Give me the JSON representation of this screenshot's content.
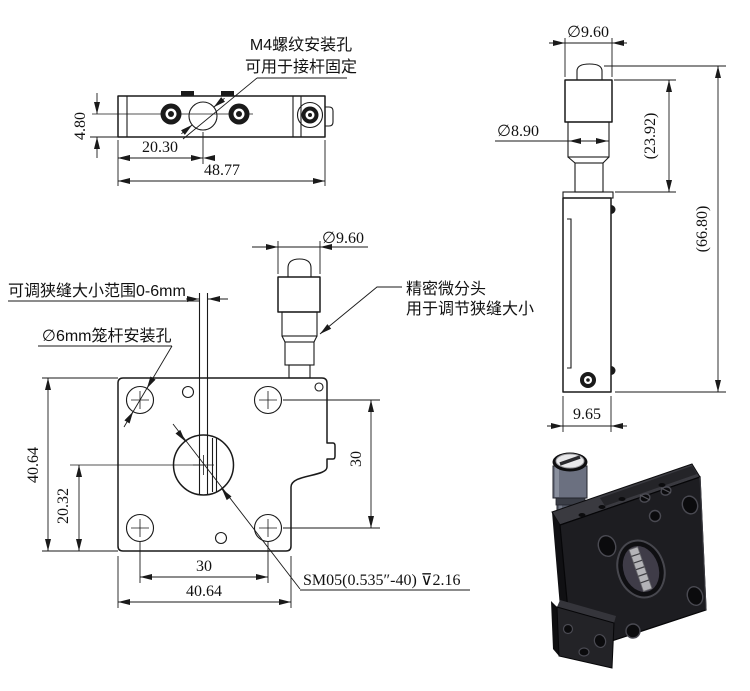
{
  "drawing_type": "mechanical-engineering-drawing",
  "subject": "adjustable-slit-with-micrometer",
  "colors": {
    "background": "#ffffff",
    "line": "#1a1a1a",
    "render_body": "#1d1d21",
    "render_micrometer": "#6b7080",
    "render_cap": "#e8e8ea"
  },
  "annotations": {
    "m4_line1": "M4螺纹安装孔",
    "m4_line2": "可用于接杆固定",
    "slit_range": "可调狭缝大小范围0-6mm",
    "cage_hole": "∅6mm笼杆安装孔",
    "micro_head_line1": "精密微分头",
    "micro_head_line2": "用于调节狭缝大小",
    "sm05": "SM05(0.535″-40) ⊽2.16"
  },
  "top_view": {
    "thickness": "4.80",
    "hole_offset": "20.30",
    "length": "48.77"
  },
  "front_view": {
    "height": "40.64",
    "center_offset": "20.32",
    "hole_span_right": "30",
    "hole_span_bottom": "30",
    "width": "40.64",
    "head_dia": "∅9.60"
  },
  "side_view": {
    "head_dia": "∅9.60",
    "thimble_dia": "∅8.90",
    "head_len": "(23.92)",
    "total_len": "(66.80)",
    "body_width": "9.65"
  }
}
